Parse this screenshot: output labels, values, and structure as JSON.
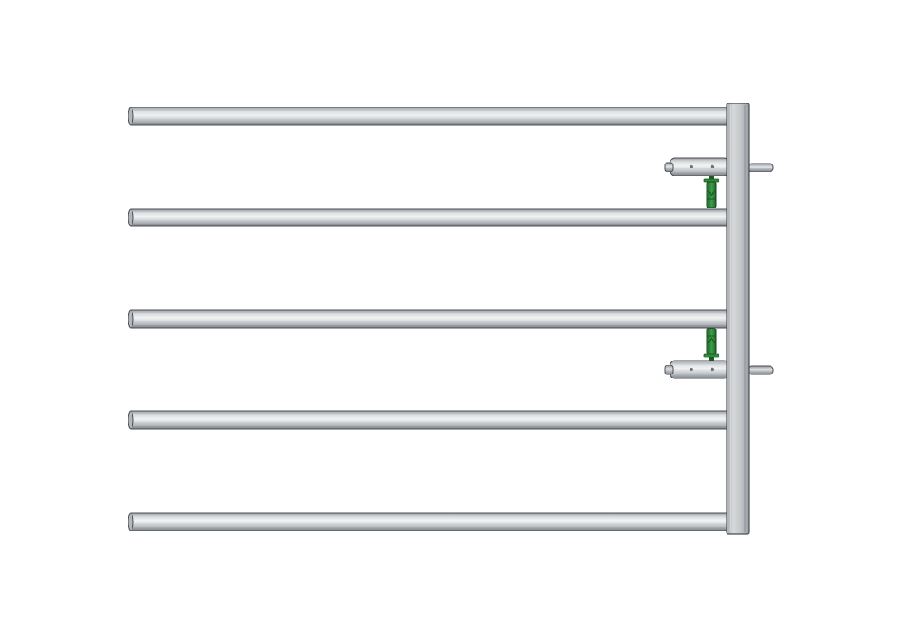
{
  "scene": {
    "subject": "gate-with-horizontal-rails",
    "rail_count": 5,
    "hinge_count": 2,
    "colors": {
      "background": "#ffffff",
      "tube_light": "#dfe1e3",
      "tube_mid": "#bcc0c4",
      "tube_dark": "#6f7378",
      "outline": "#4a4e53",
      "clip_green": "#2f8a3a",
      "clip_dark": "#1d5a24"
    },
    "icons": {
      "rail": "horizontal-tube",
      "post": "vertical-end-post",
      "hinge": "hinge-pin",
      "clip": "green-latch-clip"
    }
  }
}
